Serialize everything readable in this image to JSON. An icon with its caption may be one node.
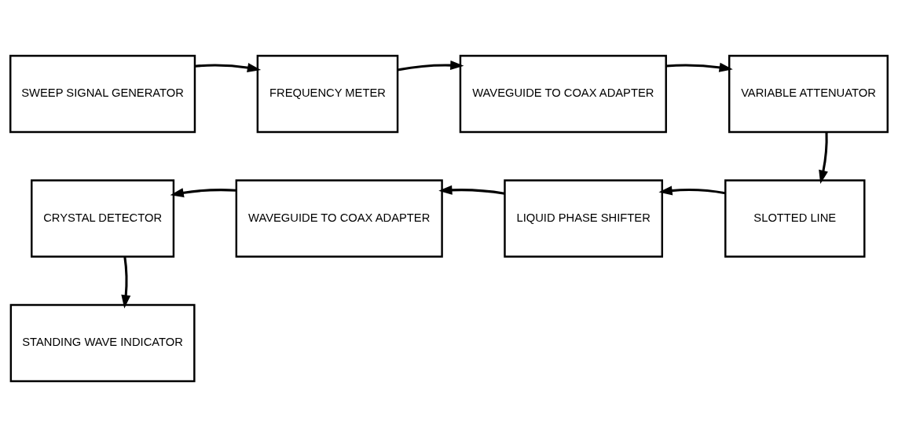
{
  "diagram": {
    "nodes": [
      {
        "text": [
          "SWEEP SIGNAL GENERATOR"
        ]
      },
      {
        "text": [
          "FREQUENCY METER"
        ]
      },
      {
        "text": [
          "WAVEGUIDE TO COAX ADAPTER"
        ]
      },
      {
        "text": [
          "VARIABLE ATTENUATOR"
        ]
      },
      {
        "text": [
          "SLOTTED LINE"
        ]
      },
      {
        "text": [
          "LIQUID PHASE SHIFTER"
        ]
      },
      {
        "text": [
          "WAVEGUIDE TO COAX ADAPTER"
        ]
      },
      {
        "text": [
          "CRYSTAL DETECTOR"
        ]
      },
      {
        "text": [
          "STANDING WAVE INDICATOR"
        ]
      }
    ],
    "edges": [
      {
        "from": 0,
        "to": 1,
        "arrow": "to"
      },
      {
        "from": 1,
        "to": 2,
        "arrow": "to"
      },
      {
        "from": 2,
        "to": 3,
        "arrow": "to"
      },
      {
        "from": 3,
        "to": 4,
        "arrow": "to"
      },
      {
        "from": 4,
        "to": 5,
        "arrow": "to"
      },
      {
        "from": 5,
        "to": 6,
        "arrow": "to"
      },
      {
        "from": 6,
        "to": 7,
        "arrow": "to"
      },
      {
        "from": 7,
        "to": 8,
        "arrow": "to"
      }
    ]
  }
}
